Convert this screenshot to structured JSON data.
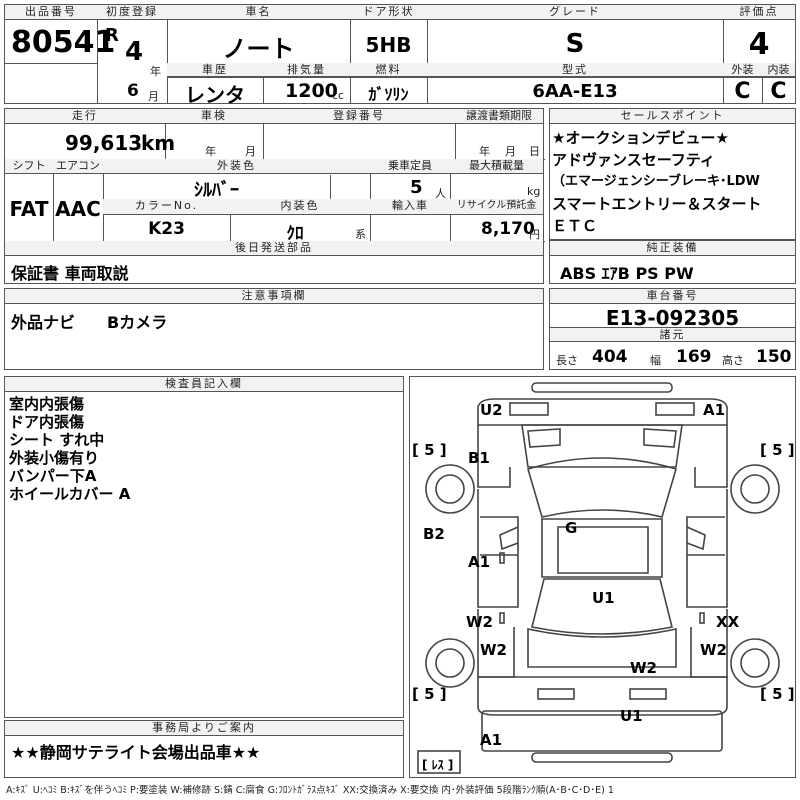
{
  "header": {
    "lot_no_label": "出品番号",
    "lot_no": "80541",
    "first_reg_label": "初度登録",
    "era": "R",
    "first_reg_year": "4",
    "year_unit": "年",
    "first_reg_month": "6",
    "month_unit": "月",
    "car_name_label": "車名",
    "car_name": "ノート",
    "history_label": "車歴",
    "history": "レンタ",
    "displacement_label": "排気量",
    "displacement": "1200",
    "displacement_unit": "cc",
    "door_label": "ドア形状",
    "door": "5HB",
    "fuel_label": "燃料",
    "fuel": "ｶﾞｿﾘﾝ",
    "grade_label": "グレード",
    "grade": "S",
    "model_label": "型式",
    "model": "6AA-E13",
    "score_label": "評価点",
    "score": "4",
    "exterior_label": "外装",
    "exterior": "C",
    "interior_label": "内装",
    "interior": "C"
  },
  "details": {
    "mileage_label": "走行",
    "mileage": "99,613",
    "mileage_unit": "km",
    "inspection_label": "車検",
    "year_unit": "年",
    "month_unit": "月",
    "reg_no_label": "登録番号",
    "transfer_label": "譲渡書類期限",
    "day_unit": "日",
    "shift_label": "シフト",
    "shift": "FAT",
    "ac_label": "エアコン",
    "ac": "AAC",
    "ext_color_label": "外装色",
    "ext_color": "ｼﾙﾊﾞｰ",
    "capacity_label": "乗車定員",
    "capacity": "5",
    "capacity_unit": "人",
    "max_load_label": "最大積載量",
    "max_load_unit": "kg",
    "color_no_label": "カラーNo.",
    "color_no": "K23",
    "int_color_label": "内装色",
    "int_color": "ｸﾛ",
    "int_color_unit": "系",
    "import_label": "輸入車",
    "recycle_label": "リサイクル預託金",
    "recycle": "8,170",
    "recycle_unit": "円"
  },
  "sales_points": {
    "label": "セールスポイント",
    "lines": [
      "★オークションデビュー★",
      "アドヴァンスセーフティ",
      "（エマージェンシーブレーキ･LDW",
      "スマートエントリー＆スタート",
      "ＥＴＣ"
    ]
  },
  "later_parts": {
    "label": "後日発送部品",
    "value": "保証書 車両取説"
  },
  "equipment": {
    "label": "純正装備",
    "value": "ABS ｴｱB PS PW"
  },
  "notes": {
    "label": "注意事項欄",
    "value": "外品ナビ　　Bカメラ"
  },
  "chassis": {
    "label": "車台番号",
    "value": "E13-092305",
    "dims_label": "諸元",
    "length_label": "長さ",
    "length": "404",
    "width_label": "幅",
    "width": "169",
    "height_label": "高さ",
    "height": "150"
  },
  "inspector": {
    "label": "検査員記入欄",
    "lines": [
      "室内内張傷",
      "ドア内張傷",
      "シート すれ中",
      "外装小傷有り",
      "バンパー下A",
      "ホイールカバー A"
    ]
  },
  "office": {
    "label": "事務局よりご案内",
    "value": "★★静岡サテライト会場出品車★★"
  },
  "damage": {
    "front_left": "U2",
    "front_right": "A1",
    "b1": "B1",
    "b2": "B2",
    "a1_side": "A1",
    "w2_side": "W2",
    "g": "G",
    "u1": "U1",
    "xx": "XX",
    "w2_left": "W2",
    "w2_right": "W2",
    "w2_center": "W2",
    "u1_rear": "U1",
    "a1_rear": "A1",
    "tire_fl": "[ 5 ]",
    "tire_fr": "[ 5 ]",
    "tire_rl": "[ 5 ]",
    "tire_rr": "[ 5 ]",
    "spare": "[ ﾚｽ ]"
  },
  "legend": "A:ｷｽﾞ U:ﾍｺﾐ B:ｷｽﾞを伴うﾍｺﾐ P:要塗装 W:補修跡 S:錆 C:腐食 G:ﾌﾛﾝﾄｶﾞﾗｽ点ｷｽﾞ XX:交換済み X:要交換 内･外装評価 5段階ﾗﾝｸ順(A･B･C･D･E) 1"
}
